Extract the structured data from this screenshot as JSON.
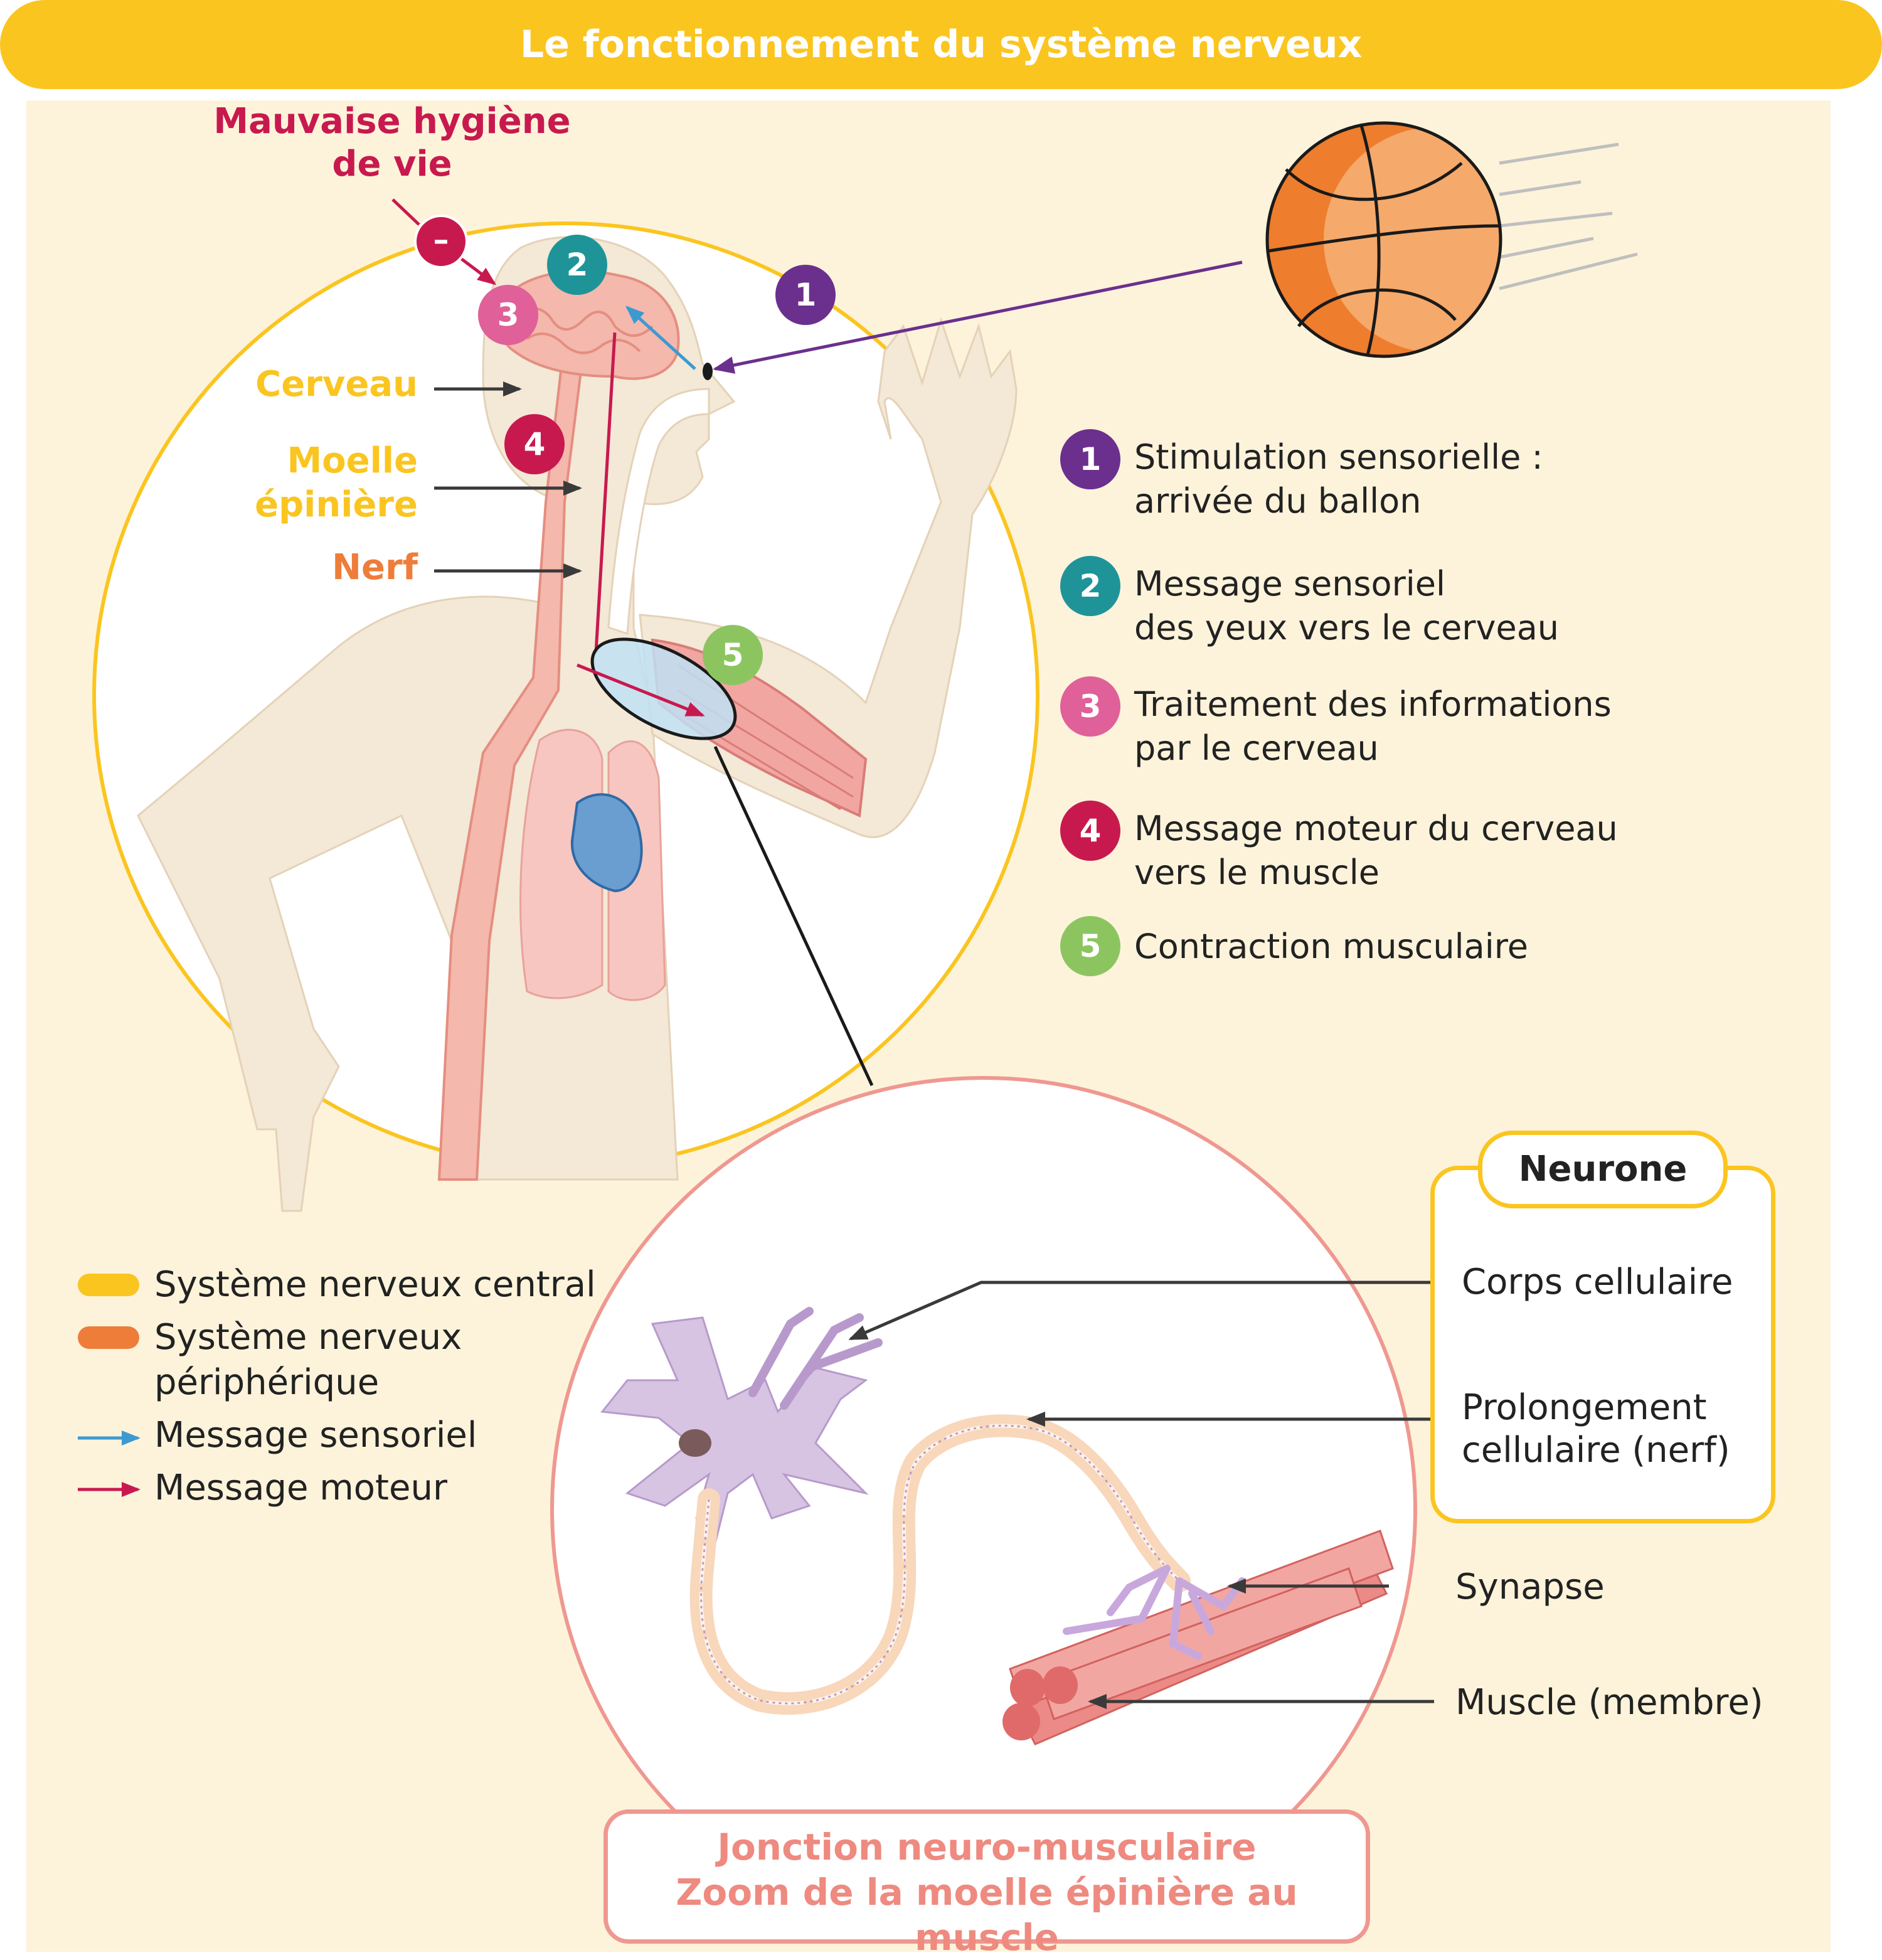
{
  "title": "Le fonctionnement du système nerveux",
  "colors": {
    "title_bar": "#fbc520",
    "background": "#fdf3db",
    "central_nervous_system": "#fbc520",
    "peripheral_nervous_system": "#ee7d3a",
    "sensory_message": "#3d9ad1",
    "motor_message": "#c8194f",
    "step1": "#6b2f8d",
    "step2": "#1e9499",
    "step3": "#e06099",
    "step4": "#c8194f",
    "step5": "#8cc560"
  },
  "factor": {
    "label_line1": "Mauvaise hygiène",
    "label_line2": "de vie",
    "sign": "–"
  },
  "body_labels": {
    "brain": "Cerveau",
    "spinal_line1": "Moelle",
    "spinal_line2": "épinière",
    "nerve": "Nerf"
  },
  "steps": [
    {
      "number": "1",
      "line1": "Stimulation sensorielle :",
      "line2": "arrivée du ballon"
    },
    {
      "number": "2",
      "line1": "Message sensoriel",
      "line2": "des yeux vers le cerveau"
    },
    {
      "number": "3",
      "line1": "Traitement des informations",
      "line2": "par le cerveau"
    },
    {
      "number": "4",
      "line1": "Message moteur du cerveau",
      "line2": "vers le muscle"
    },
    {
      "number": "5",
      "line1": "Contraction musculaire",
      "line2": ""
    }
  ],
  "legend": {
    "central": "Système nerveux central",
    "peripheral_line1": "Système nerveux",
    "peripheral_line2": "périphérique",
    "sensory": "Message sensoriel",
    "motor": "Message moteur"
  },
  "neurone": {
    "title": "Neurone",
    "cell_body": "Corps cellulaire",
    "extension_line1": "Prolongement",
    "extension_line2": "cellulaire (nerf)"
  },
  "zoom_labels": {
    "synapse": "Synapse",
    "muscle": "Muscle (membre)"
  },
  "junction": {
    "line1": "Jonction neuro-musculaire",
    "line2": "Zoom de la moelle épinière au muscle"
  }
}
